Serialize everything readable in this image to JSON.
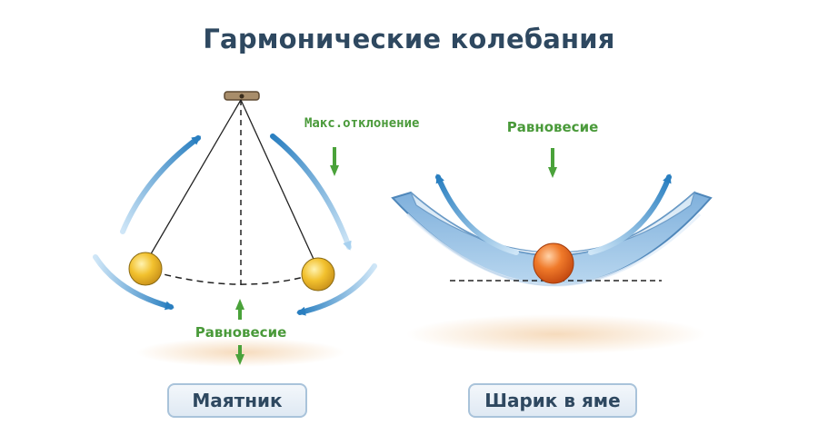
{
  "title": "Гармонические колебания",
  "pendulum": {
    "label": "Маятник",
    "max_deviation_label": "Макс.отклонение",
    "equilibrium_label": "Равновесие"
  },
  "bowl": {
    "label": "Шарик в яме",
    "equilibrium_label": "Равновесие"
  },
  "colors": {
    "title": "#2e4860",
    "label_green": "#4a9a3a",
    "arrow_blue": "#2a7fc0",
    "pendulum_bob": "#f2c12e",
    "bowl_ball": "#f07a2a",
    "bowl_body": "#a9cbe8"
  }
}
